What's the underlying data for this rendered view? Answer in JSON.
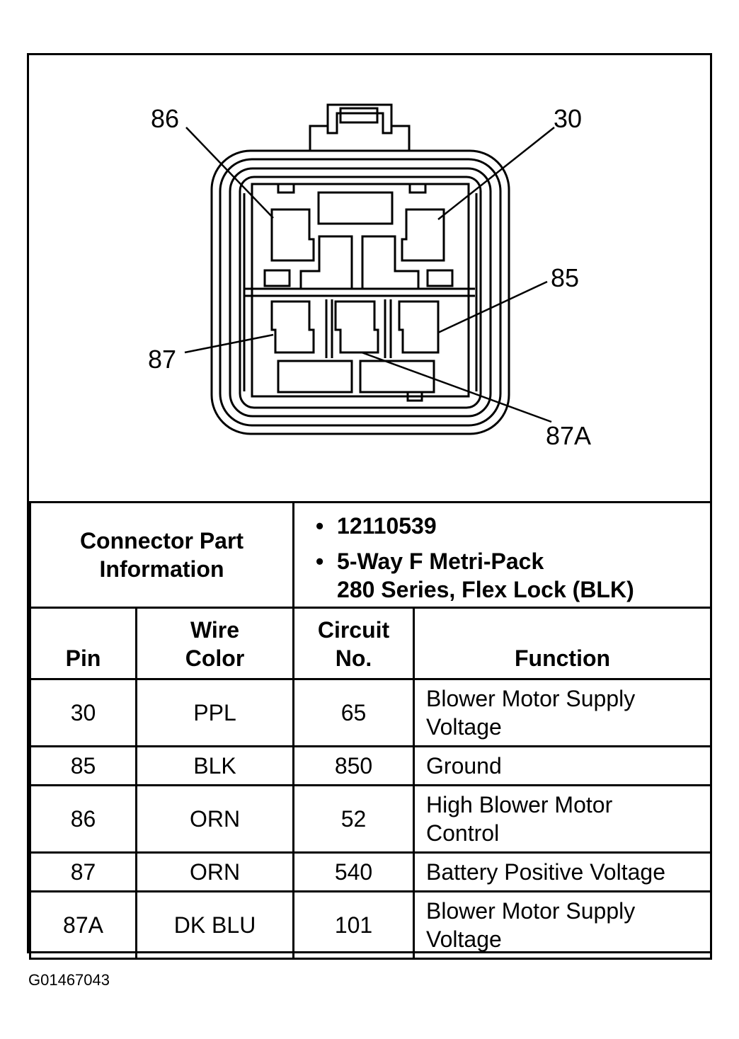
{
  "diagram": {
    "pins": {
      "p86": "86",
      "p30": "30",
      "p85": "85",
      "p87": "87",
      "p87a": "87A"
    }
  },
  "connector_info": {
    "label_line1": "Connector Part",
    "label_line2": "Information",
    "values": [
      {
        "bullet": "•",
        "line1": "12110539",
        "line2": ""
      },
      {
        "bullet": "•",
        "line1": "5-Way F Metri-Pack",
        "line2": "280 Series, Flex Lock (BLK)"
      }
    ]
  },
  "table": {
    "headers": {
      "pin": "Pin",
      "wire_color_1": "Wire",
      "wire_color_2": "Color",
      "circuit_1": "Circuit",
      "circuit_2": "No.",
      "function": "Function"
    },
    "rows": [
      {
        "pin": "30",
        "wire": "PPL",
        "circuit": "65",
        "func1": "Blower Motor Supply",
        "func2": "Voltage"
      },
      {
        "pin": "85",
        "wire": "BLK",
        "circuit": "850",
        "func1": "Ground",
        "func2": ""
      },
      {
        "pin": "86",
        "wire": "ORN",
        "circuit": "52",
        "func1": "High Blower Motor",
        "func2": "Control"
      },
      {
        "pin": "87",
        "wire": "ORN",
        "circuit": "540",
        "func1": "Battery Positive Voltage",
        "func2": ""
      },
      {
        "pin": "87A",
        "wire": "DK BLU",
        "circuit": "101",
        "func1": "Blower Motor Supply",
        "func2": "Voltage"
      }
    ]
  },
  "figure_code": "G01467043"
}
